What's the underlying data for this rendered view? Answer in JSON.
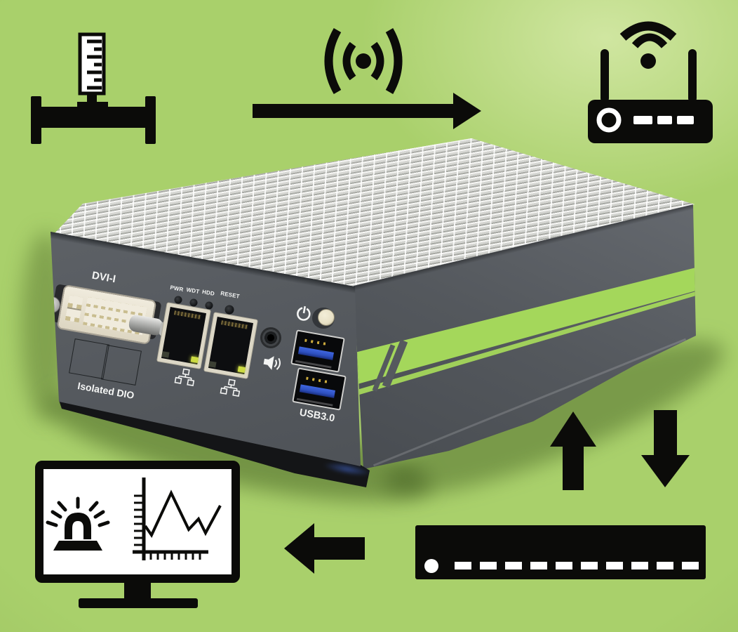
{
  "colors": {
    "bg": "#a9d06b",
    "ink": "#0b0b09",
    "stripe": "#a4d75b",
    "front-hi": "#686c71",
    "front-lo": "#42464b",
    "side-hi": "#70747a",
    "side-lo": "#383c41",
    "hs-hi": "#ecede9",
    "hs-lo": "#c3c4c0",
    "usb": "#2e50c0",
    "led": "#ccdb42",
    "button-cream": "#e8e1c6",
    "label": "#f4f5f4",
    "underside": "#141517",
    "bezel": "#dcd7c6",
    "dvi-cream": "#f0ebdd"
  },
  "device": {
    "front_panel": {
      "dvi_label": "DVI-I",
      "led_labels": [
        "PWR",
        "WDT",
        "HDD",
        "RESET"
      ],
      "dio_label": "Isolated DIO",
      "usb_label": "USB3.0"
    }
  },
  "icons": {
    "top_left": "pipe-flow-sensor",
    "top_center": "wireless-broadcast",
    "arrow_top": "arrow-right",
    "top_right": "wifi-router",
    "arrow_up": "arrow-up",
    "arrow_down": "arrow-down",
    "bottom_right": "rack-server",
    "arrow_bottom": "arrow-left",
    "bottom_left": "monitor-alarm-trend"
  }
}
